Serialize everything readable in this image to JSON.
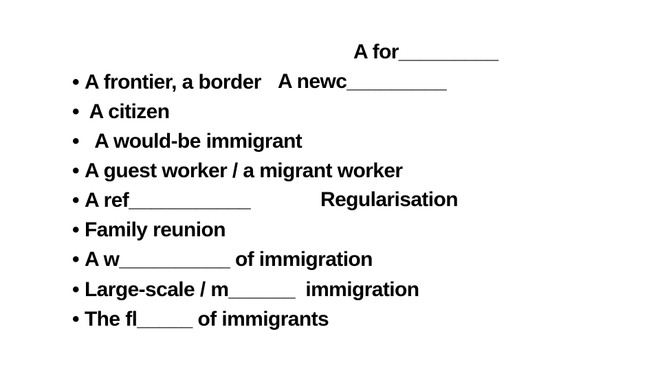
{
  "slide": {
    "bullet": "•",
    "lines": [
      {
        "left": "A frontier, a border",
        "right": "A for_________",
        "left_prefix": ""
      },
      {
        "left": " A citizen",
        "right": "A newc_________",
        "left_prefix": ""
      },
      {
        "left": "  A would-be immigrant",
        "right": ""
      },
      {
        "left": "A guest worker / a migrant worker",
        "right": ""
      },
      {
        "left": "A ref___________",
        "right": ""
      },
      {
        "left": "Family reunion",
        "right": "Regularisation"
      },
      {
        "left": "A w__________ of immigration",
        "right": ""
      },
      {
        "left": "Large-scale / m______  immigration",
        "right": ""
      },
      {
        "left": "The fl_____ of immigrants",
        "right": ""
      }
    ]
  }
}
